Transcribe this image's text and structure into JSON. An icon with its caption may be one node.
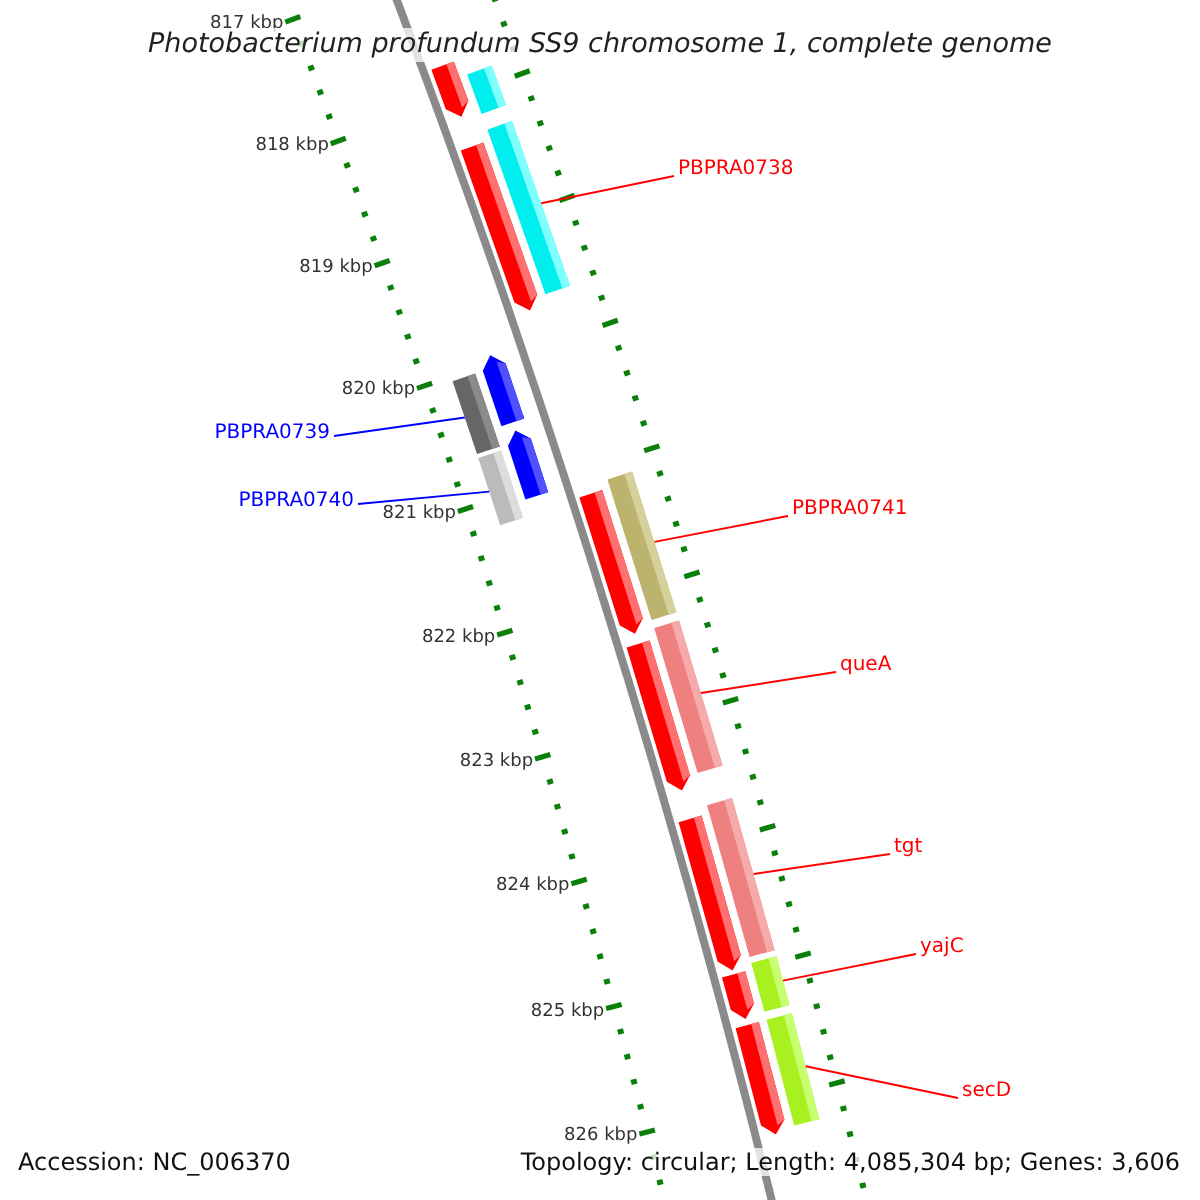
{
  "diagram": {
    "title": "Photobacterium profundum SS9 chromosome 1, complete genome",
    "nodes": [
      {
        "text": [
          "PBPRA0738"
        ]
      },
      {
        "text": [
          "PBPRA0739"
        ]
      },
      {
        "text": [
          "PBPRA0740"
        ]
      },
      {
        "text": [
          "PBPRA0741"
        ]
      },
      {
        "text": [
          "queA"
        ]
      },
      {
        "text": [
          "tgt"
        ]
      },
      {
        "text": [
          "yajC"
        ]
      },
      {
        "text": [
          "secD"
        ]
      },
      {
        "text": [],
        "shape": "bar"
      },
      {
        "text": [],
        "shape": "bar"
      },
      {
        "text": [],
        "shape": "bar"
      },
      {
        "text": [],
        "shape": "bar"
      },
      {
        "text": [],
        "shape": "bar"
      },
      {
        "text": [],
        "shape": "bar"
      },
      {
        "text": [],
        "shape": "bar"
      },
      {
        "text": [],
        "shape": "bar"
      },
      {
        "text": [],
        "shape": "bar"
      }
    ],
    "edges": [
      {
        "from": 0,
        "to": 9,
        "arrow": "none"
      },
      {
        "from": 1,
        "to": 10,
        "arrow": "none",
        "color": "#0000ff"
      },
      {
        "from": 2,
        "to": 11,
        "arrow": "none",
        "color": "#0000ff"
      },
      {
        "from": 3,
        "to": 12,
        "arrow": "none"
      },
      {
        "from": 4,
        "to": 13,
        "arrow": "none"
      },
      {
        "from": 5,
        "to": 14,
        "arrow": "none"
      },
      {
        "from": 6,
        "to": 15,
        "arrow": "none"
      },
      {
        "from": 7,
        "to": 16,
        "arrow": "none"
      }
    ],
    "labels": [
      "817 kbp",
      "818 kbp",
      "819 kbp",
      "820 kbp",
      "821 kbp",
      "822 kbp",
      "823 kbp",
      "824 kbp",
      "825 kbp",
      "826 kbp",
      "Accession: NC_006370",
      "Topology: circular; Length: 4,085,304 bp; Genes: 3,606"
    ]
  }
}
